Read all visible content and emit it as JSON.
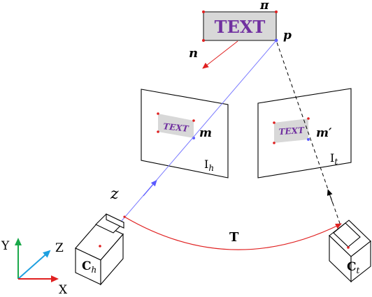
{
  "world_plane": {
    "text": "TEXT",
    "label": "π"
  },
  "point_label": "p",
  "normal_label": "n",
  "left_image": {
    "text": "TEXT",
    "point_label": "m",
    "name_main": "I",
    "name_sub": "h"
  },
  "right_image": {
    "text": "TEXT",
    "point_label": "m′",
    "name_main": "I",
    "name_sub": "t"
  },
  "depth_label": "z",
  "transform_label": "T",
  "left_camera": {
    "main": "C",
    "sub": "h"
  },
  "right_camera": {
    "main": "C",
    "sub": "t"
  },
  "axes": {
    "x": "X",
    "y": "Y",
    "z": "Z"
  },
  "colors": {
    "text_purple": "#7030a0",
    "plane_fill": "#d8d8d8",
    "ray_blue": "#7b7bff",
    "transform_red": "#e02020",
    "normal_red": "#e02020",
    "axis_green": "#1aa84a",
    "axis_blue": "#1ea0e0",
    "axis_red": "#e02020"
  }
}
